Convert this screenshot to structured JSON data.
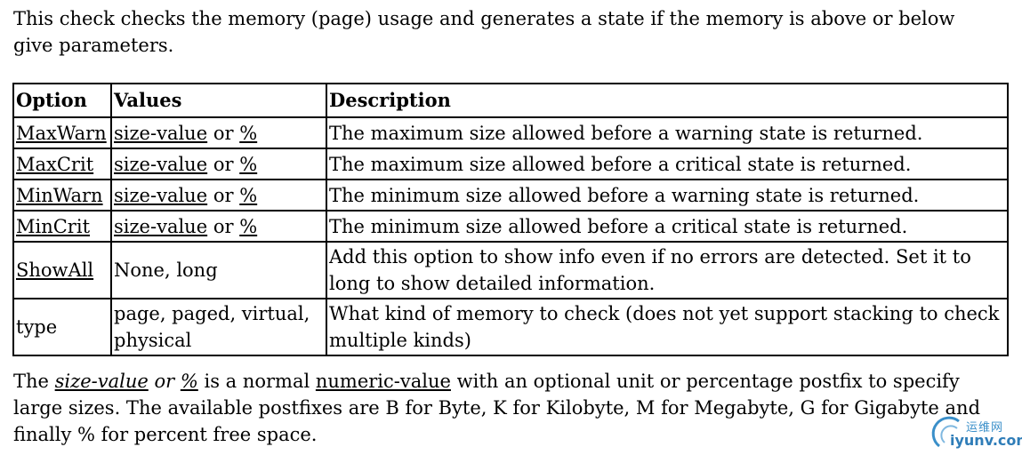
{
  "intro": "This check checks the memory (page) usage and generates a state if the memory is above or below give parameters.",
  "table": {
    "headers": [
      "Option",
      "Values",
      "Description"
    ],
    "rows": [
      {
        "option": "MaxWarn",
        "v1": "size-value",
        "or": "or",
        "v2": "%",
        "desc": "The maximum size allowed before a warning state is returned."
      },
      {
        "option": "MaxCrit",
        "v1": "size-value",
        "or": "or",
        "v2": "%",
        "desc": "The maximum size allowed before a critical state is returned."
      },
      {
        "option": "MinWarn",
        "v1": "size-value",
        "or": "or",
        "v2": "%",
        "desc": "The minimum size allowed before a warning state is returned."
      },
      {
        "option": "MinCrit",
        "v1": "size-value",
        "or": "or",
        "v2": "%",
        "desc": "The minimum size allowed before a critical state is returned."
      },
      {
        "option": "ShowAll",
        "values": "None, long",
        "desc": "Add this option to show info even if no errors are detected. Set it to long to show detailed information."
      },
      {
        "option": "type",
        "values": "page, paged, virtual, physical",
        "desc": "What kind of memory to check (does not yet support stacking to check multiple kinds)"
      }
    ]
  },
  "footer": {
    "p1": "The ",
    "size_value": "size-value",
    "or": " or ",
    "percent": "%",
    "p2": " is a normal ",
    "numeric_value": "numeric-value",
    "p3": " with an optional unit or percentage postfix to specify large sizes. The available postfixes are B for Byte, K for Kilobyte, M for Megabyte, G for Gigabyte and finally % for percent free space."
  },
  "watermark": {
    "cn": "运维网",
    "url": "iyunv.com",
    "color": "#2f7db8"
  }
}
